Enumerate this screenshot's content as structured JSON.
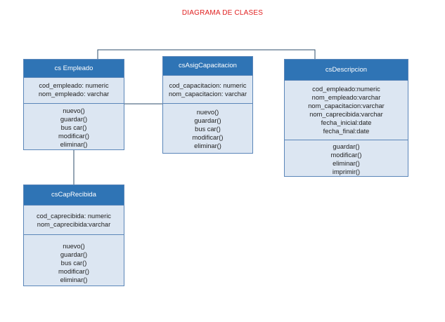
{
  "title": "DIAGRAMA DE CLASES",
  "colors": {
    "title": "#e02020",
    "header_bg": "#2f74b5",
    "body_bg": "#dce6f2",
    "border": "#5b86b9",
    "connector": "#2e4d6b"
  },
  "classes": {
    "empleado": {
      "name": "cs Empleado",
      "attributes": [
        "cod_empleado: numeric",
        "nom_empleado: varchar"
      ],
      "methods": [
        "nuevo()",
        "guardar()",
        "bus car()",
        "modificar()",
        "eliminar()"
      ]
    },
    "asig": {
      "name": "csAsigCapacitacion",
      "attributes": [
        "cod_capacitacion: numeric",
        "nom_capacitacion: varchar"
      ],
      "methods": [
        "nuevo()",
        "guardar()",
        "bus car()",
        "modificar()",
        "eliminar()"
      ]
    },
    "descripcion": {
      "name": "csDescripcion",
      "attributes": [
        "cod_empleado:numeric",
        "nom_empleado:varchar",
        "nom_capacitacion:varchar",
        "nom_caprecibida:varchar",
        "fecha_inicial:date",
        "fecha_final:date"
      ],
      "methods": [
        "guardar()",
        "modificar()",
        "eliminar()",
        "imprimir()"
      ]
    },
    "caprecibida": {
      "name": "csCapRecibida",
      "attributes": [
        "cod_caprecibida: numeric",
        "nom_caprecibida:varchar"
      ],
      "methods": [
        "nuevo()",
        "guardar()",
        "bus car()",
        "modificar()",
        "eliminar()"
      ]
    }
  }
}
